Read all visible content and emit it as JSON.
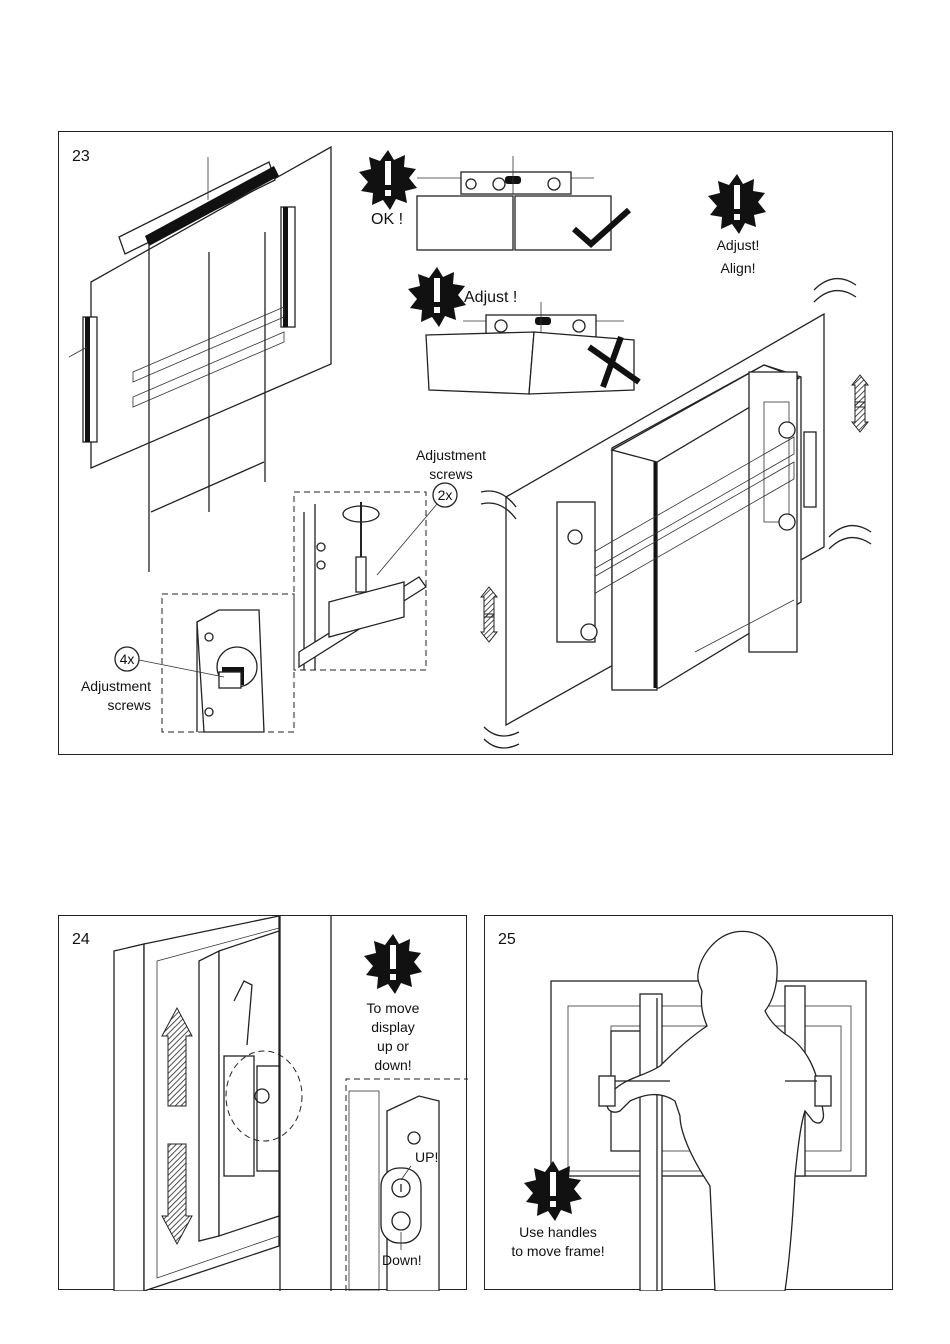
{
  "steps": {
    "s23": {
      "number": "23",
      "ok_label": "OK !",
      "adjust_label": "Adjust !",
      "adjust_align_line1": "Adjust!",
      "adjust_align_line2": "Align!",
      "top_screws": {
        "count": "2x",
        "line1": "Adjustment",
        "line2": "screws"
      },
      "side_screws": {
        "count": "4x",
        "line1": "Adjustment",
        "line2": "screws"
      }
    },
    "s24": {
      "number": "24",
      "note": [
        "To move",
        "display",
        "up or",
        "down!"
      ],
      "up_label": "UP!",
      "down_label": "Down!"
    },
    "s25": {
      "number": "25",
      "note": [
        "Use handles",
        "to move frame!"
      ]
    }
  },
  "icons": {
    "warning": "warning-burst-icon",
    "check": "checkmark-icon",
    "cross": "cross-icon"
  },
  "colors": {
    "ink": "#111111",
    "paper": "#ffffff"
  }
}
